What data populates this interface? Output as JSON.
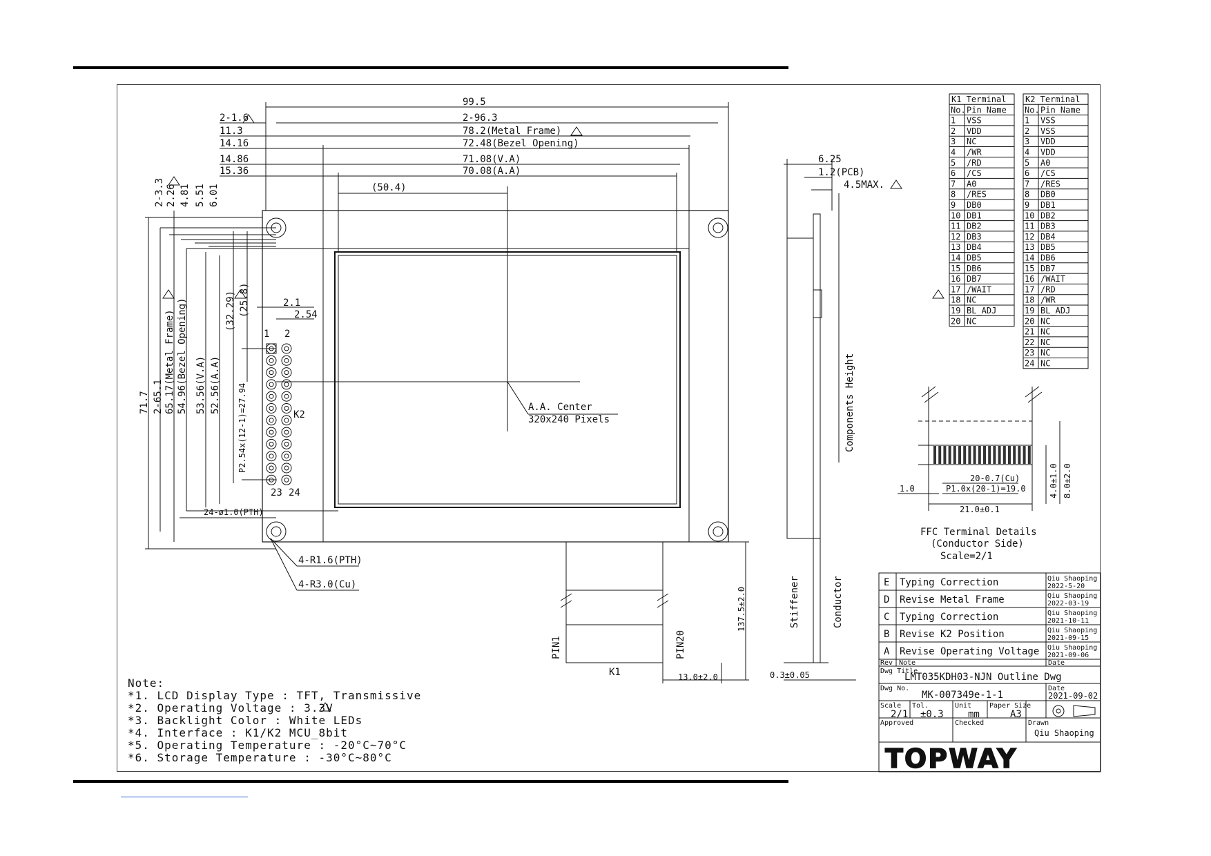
{
  "top_dims": [
    "99.5",
    "2-96.3",
    "78.2(Metal Frame)",
    "72.48(Bezel Opening)",
    "71.08(V.A)",
    "70.08(A.A)",
    "(50.4)"
  ],
  "top_left_dims": [
    "2-1.6",
    "11.3",
    "14.16",
    "14.86",
    "15.36"
  ],
  "left_rot_dims": [
    "2-3.3",
    "2.26",
    "4.81",
    "5.51",
    "6.01"
  ],
  "left_height_dims": [
    "71.7",
    "2-65.1",
    "65.17(Metal Frame)",
    "54.96(Bezel Opening)",
    "53.56(V.A)",
    "52.56(A.A)"
  ],
  "k2_dims": {
    "a": "(32.29)",
    "b": "(25.8)",
    "c": "2.1",
    "d": "2.54",
    "pitch": "P2.54x(12-1)=27.94",
    "n1": "1",
    "n2": "2",
    "n23": "23",
    "n24": "24",
    "label": "K2"
  },
  "pth_label": "24-ø1.0(PTH)",
  "center_label": [
    "A.A. Center",
    "320x240 Pixels"
  ],
  "hole_labels": [
    "4-R1.6(PTH)",
    "4-R3.0(Cu)"
  ],
  "fpc_labels": {
    "pin1": "PIN1",
    "pin20": "PIN20",
    "k1": "K1",
    "len": "137.5±2.0",
    "width": "13.0±2.0"
  },
  "side_view": {
    "d1": "6.25",
    "d2": "1.2(PCB)",
    "d3": "4.5MAX.",
    "comp": "Components Height",
    "stiff": "Stiffener",
    "cond": "Conductor",
    "thick": "0.3±0.05"
  },
  "ffc": {
    "d1": "20-0.7(Cu)",
    "d2": "P1.0x(20-1)=19.0",
    "d3": "21.0±0.1",
    "d4": "1.0",
    "d5": "4.0±1.0",
    "d6": "8.0±2.0",
    "title": [
      "FFC Terminal Details",
      "(Conductor Side)",
      "Scale=2/1"
    ]
  },
  "k1_table": {
    "title": "K1 Terminal",
    "head": [
      "No.",
      "Pin Name"
    ],
    "rows": [
      [
        "1",
        "VSS"
      ],
      [
        "2",
        "VDD"
      ],
      [
        "3",
        "NC"
      ],
      [
        "4",
        "/WR"
      ],
      [
        "5",
        "/RD"
      ],
      [
        "6",
        "/CS"
      ],
      [
        "7",
        "A0"
      ],
      [
        "8",
        "/RES"
      ],
      [
        "9",
        "DB0"
      ],
      [
        "10",
        "DB1"
      ],
      [
        "11",
        "DB2"
      ],
      [
        "12",
        "DB3"
      ],
      [
        "13",
        "DB4"
      ],
      [
        "14",
        "DB5"
      ],
      [
        "15",
        "DB6"
      ],
      [
        "16",
        "DB7"
      ],
      [
        "17",
        "/WAIT"
      ],
      [
        "18",
        "NC"
      ],
      [
        "19",
        "BL_ADJ"
      ],
      [
        "20",
        "NC"
      ]
    ]
  },
  "k2_table": {
    "title": "K2 Terminal",
    "head": [
      "No.",
      "Pin Name"
    ],
    "rows": [
      [
        "1",
        "VSS"
      ],
      [
        "2",
        "VSS"
      ],
      [
        "3",
        "VDD"
      ],
      [
        "4",
        "VDD"
      ],
      [
        "5",
        "A0"
      ],
      [
        "6",
        "/CS"
      ],
      [
        "7",
        "/RES"
      ],
      [
        "8",
        "DB0"
      ],
      [
        "9",
        "DB1"
      ],
      [
        "10",
        "DB2"
      ],
      [
        "11",
        "DB3"
      ],
      [
        "12",
        "DB4"
      ],
      [
        "13",
        "DB5"
      ],
      [
        "14",
        "DB6"
      ],
      [
        "15",
        "DB7"
      ],
      [
        "16",
        "/WAIT"
      ],
      [
        "17",
        "/RD"
      ],
      [
        "18",
        "/WR"
      ],
      [
        "19",
        "BL_ADJ"
      ],
      [
        "20",
        "NC"
      ],
      [
        "21",
        "NC"
      ],
      [
        "22",
        "NC"
      ],
      [
        "23",
        "NC"
      ],
      [
        "24",
        "NC"
      ]
    ]
  },
  "notes": {
    "title": "Note:",
    "lines": [
      "*1. LCD Display Type : TFT, Transmissive",
      "*2. Operating Voltage : 3.3V",
      "*3. Backlight Color : White LEDs",
      "*4. Interface : K1/K2 MCU_8bit",
      "*5. Operating Temperature : -20°C~70°C",
      "*6. Storage Temperature : -30°C~80°C"
    ]
  },
  "revisions": [
    {
      "rev": "E",
      "note": "Typing Correction",
      "by": "Qiu Shaoping",
      "date": "2022-5-20"
    },
    {
      "rev": "D",
      "note": "Revise Metal Frame",
      "by": "Qiu Shaoping",
      "date": "2022-03-19"
    },
    {
      "rev": "C",
      "note": "Typing Correction",
      "by": "Qiu Shaoping",
      "date": "2021-10-11"
    },
    {
      "rev": "B",
      "note": "Revise K2 Position",
      "by": "Qiu Shaoping",
      "date": "2021-09-15"
    },
    {
      "rev": "A",
      "note": "Revise Operating Voltage",
      "by": "Qiu Shaoping",
      "date": "2021-09-06"
    }
  ],
  "title_block": {
    "rev_h": "Rev",
    "note_h": "Note",
    "date_h": "Date",
    "dwg_title_h": "Dwg Title",
    "dwg_title": "LMT035KDH03-NJN Outline Dwg",
    "dwg_no_h": "Dwg No.",
    "dwg_no": "MK-007349e-1-1",
    "date": "2021-09-02",
    "scale_h": "Scale",
    "scale": "2/1",
    "tol_h": "Tol.",
    "tol": "±0.3",
    "unit_h": "Unit",
    "unit": "mm",
    "paper_h": "Paper Size",
    "paper": "A3",
    "approved_h": "Approved",
    "checked_h": "Checked",
    "drawn_h": "Drawn",
    "drawn": "Qiu Shaoping",
    "logo": "TOPWAY"
  }
}
